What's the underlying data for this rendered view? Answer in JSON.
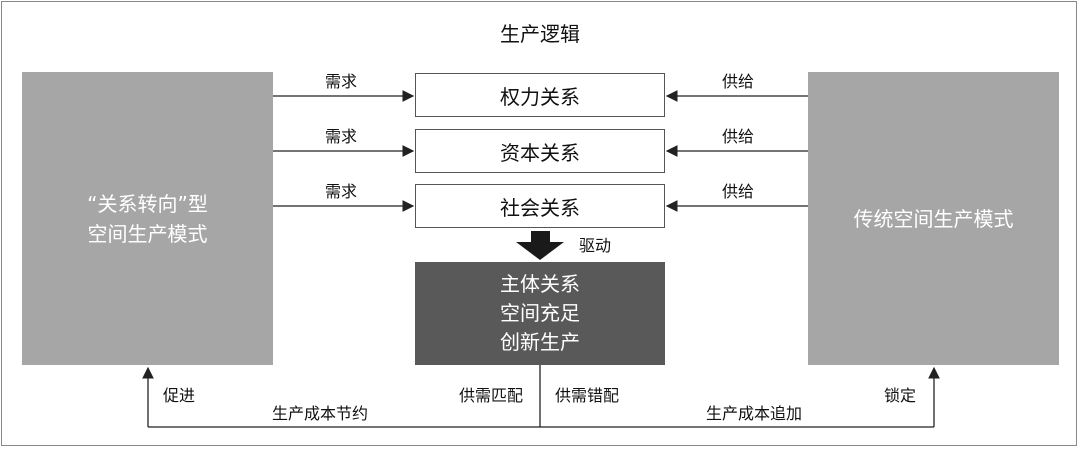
{
  "title": "生产逻辑",
  "left_box": {
    "line1": "“关系转向”型",
    "line2": "空间生产模式"
  },
  "right_box": {
    "label": "传统空间生产模式"
  },
  "relations": [
    "权力关系",
    "资本关系",
    "社会关系"
  ],
  "demand_label": "需求",
  "supply_label": "供给",
  "drive_label": "驱动",
  "subject_box": {
    "line1": "主体关系",
    "line2": "空间充足",
    "line3": "创新生产"
  },
  "bottom": {
    "promote": "促进",
    "cost_saving": "生产成本节约",
    "match": "供需匹配",
    "mismatch": "供需错配",
    "cost_increase": "生产成本追加",
    "lock": "锁定"
  },
  "colors": {
    "side_box": "#a6a6a6",
    "subject_box": "#595959",
    "line": "#222222"
  }
}
